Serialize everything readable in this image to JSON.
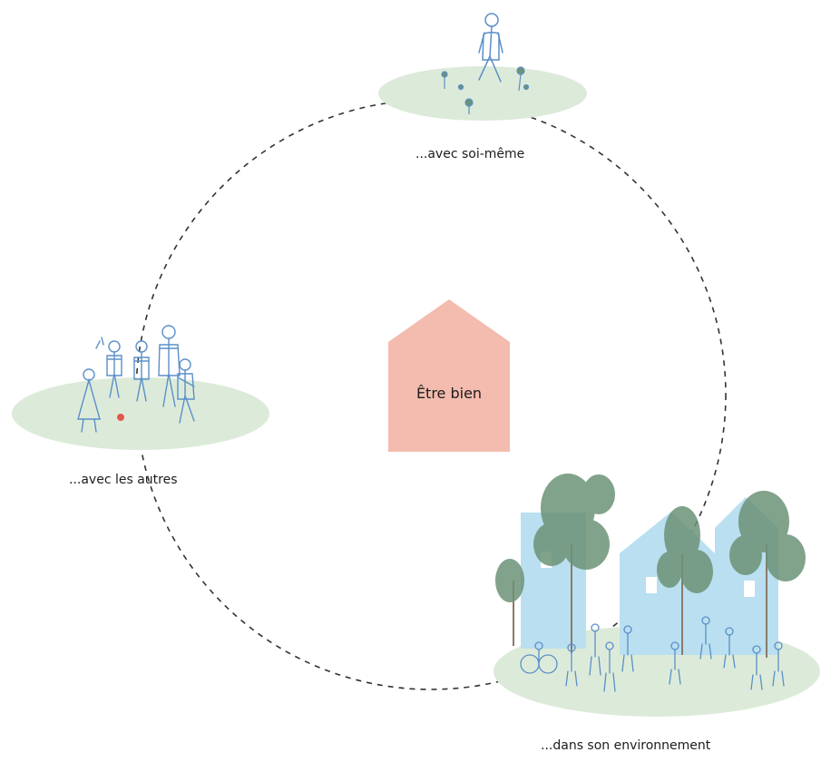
{
  "center": {
    "label": "Être bien"
  },
  "nodes": {
    "self": {
      "label": "...avec soi-même",
      "icon": "person-walking-icon"
    },
    "others": {
      "label": "...avec les autres",
      "icon": "group-of-people-icon"
    },
    "environment": {
      "label": "...dans son environnement",
      "icon": "neighborhood-icon"
    }
  },
  "colors": {
    "house": "#f4bcae",
    "ellipse": "#dcebd9",
    "line_art": "#5b8fc9",
    "buildings": "#b9dff0",
    "trees": "#6c9277",
    "dashed_circle": "#333333",
    "accent_dot": "#e2574c"
  }
}
